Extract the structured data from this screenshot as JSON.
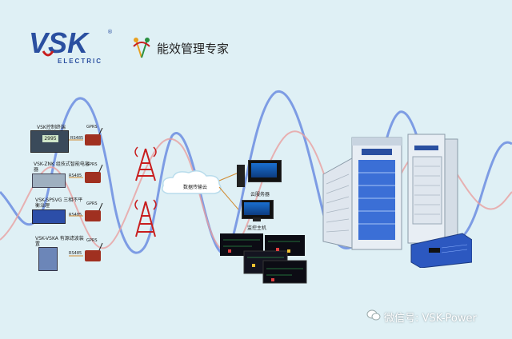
{
  "brand": {
    "logo_text": "VSK",
    "logo_sub": "ELECTRIC",
    "registered": "®",
    "slogan": "能效管理专家"
  },
  "devices": [
    {
      "label": "VSK控制终端",
      "protocol": "RS485",
      "link": "GPRS"
    },
    {
      "label": "VSK-ZNK 组技式智能电容器",
      "protocol": "RS485",
      "link": "GPRS"
    },
    {
      "label": "VSK-SPSVG 三相不平衡治理",
      "protocol": "RS485",
      "link": "GPRS"
    },
    {
      "label": "VSK-VSKA 有源滤波装置",
      "protocol": "RS485",
      "link": "GPRS"
    }
  ],
  "network": {
    "cloud_label": "数据传输云",
    "server_label": "云服务器",
    "host_label": "监控主机"
  },
  "meter_display": "2995",
  "watermark": "微信号: VSK-Power",
  "colors": {
    "background": "#dff0f5",
    "brand_blue": "#2a4fa0",
    "tower_red": "#c81e1e",
    "wave_blue": "#5a7fd8",
    "wave_red": "#e6a3a3"
  }
}
